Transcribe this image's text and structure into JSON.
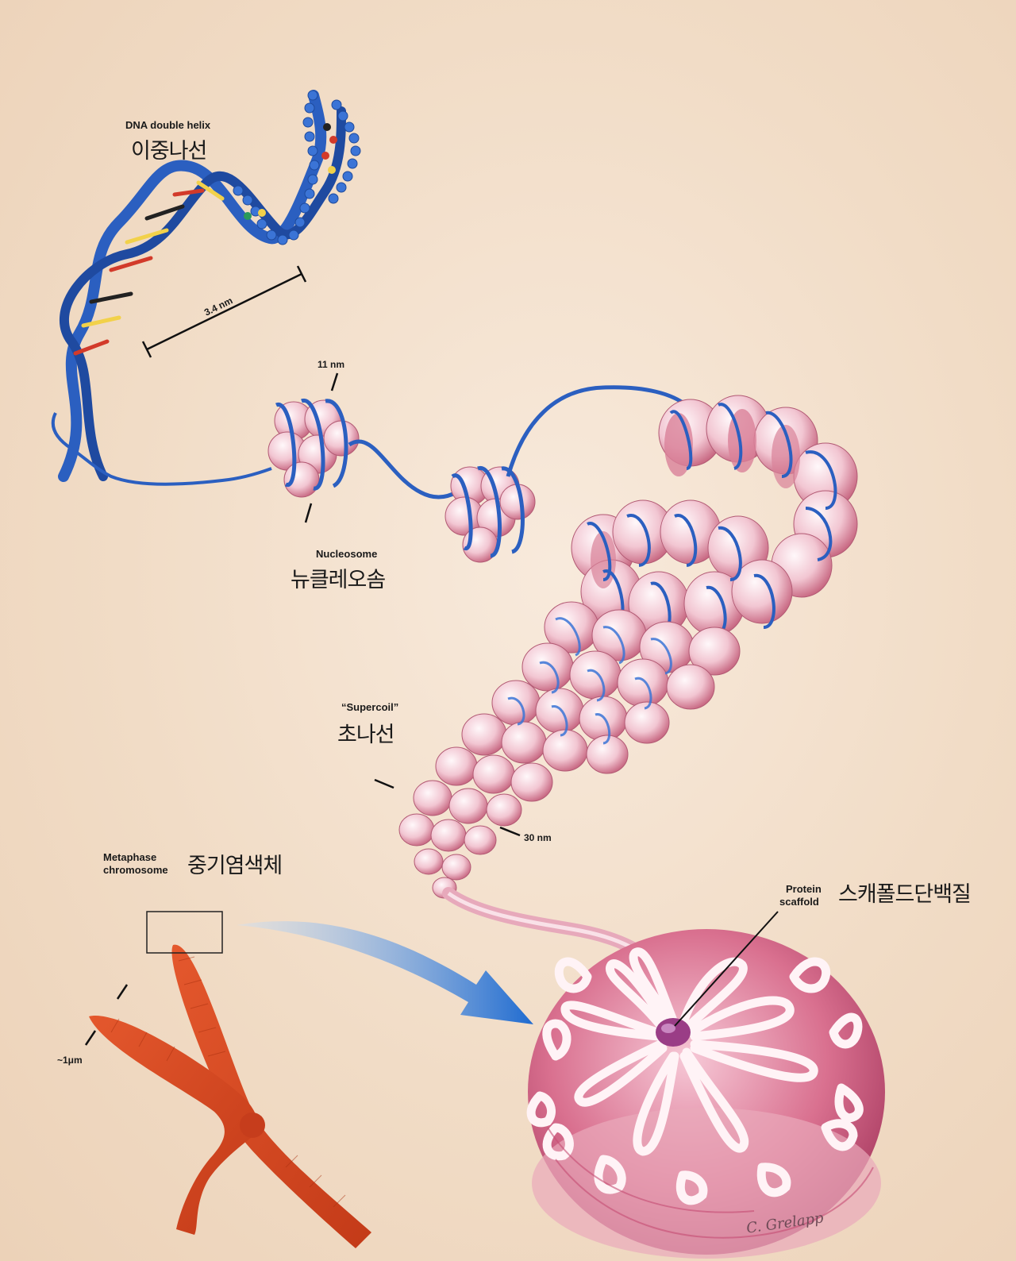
{
  "labels": {
    "dna_en": "DNA double helix",
    "dna_ko": "이중나선",
    "helix_scale": "3.4 nm",
    "nucleosome_size": "11 nm",
    "nucleosome_en": "Nucleosome",
    "nucleosome_ko": "뉴클레오솜",
    "supercoil_en": "“Supercoil”",
    "supercoil_ko": "초나선",
    "fiber_size": "30 nm",
    "metaphase_en_line1": "Metaphase",
    "metaphase_en_line2": "chromosome",
    "metaphase_ko": "중기염색체",
    "chromosome_size": "~1μm",
    "scaffold_en_line1": "Protein",
    "scaffold_en_line2": "scaffold",
    "scaffold_ko": "스캐폴드단백질"
  },
  "signature": "C. Grelapp",
  "colors": {
    "background": "#f3e2d0",
    "dna_blue": "#2b5fc0",
    "histone_pink": "#e8a3b4",
    "histone_highlight": "#fdf3f6",
    "chromatin_magenta": "#b8336a",
    "chromosome_red": "#d8431f",
    "arrow_blue": "#2a73d0"
  }
}
